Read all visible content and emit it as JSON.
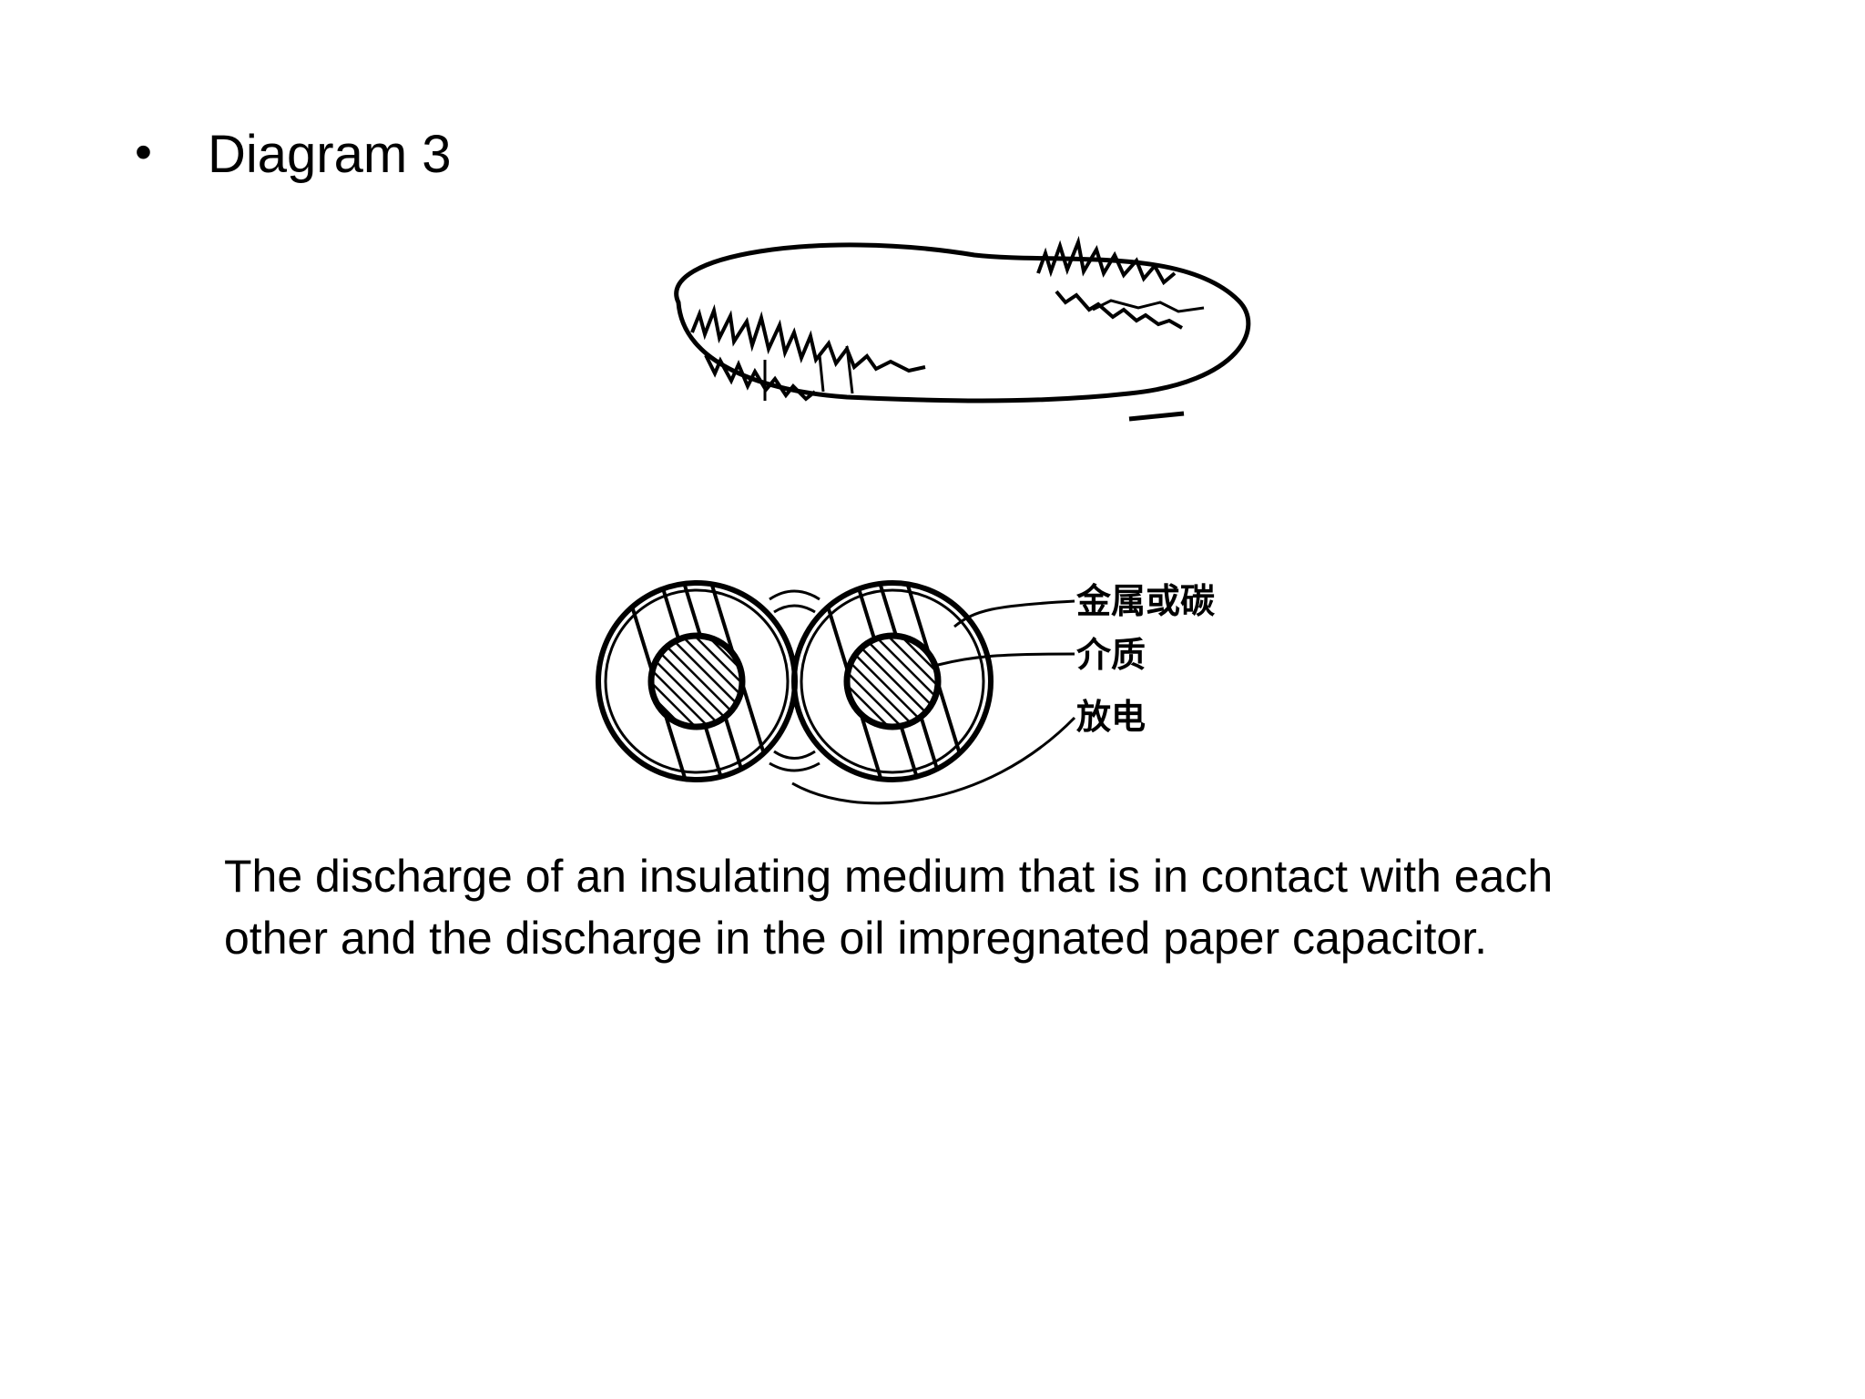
{
  "slide": {
    "bullet": "•",
    "title": "Diagram 3",
    "figure": {
      "labels": [
        "金属或碳",
        "介质",
        "放电"
      ]
    },
    "caption": "The discharge of an insulating medium that is in contact with each other and the discharge in the oil impregnated paper capacitor."
  }
}
